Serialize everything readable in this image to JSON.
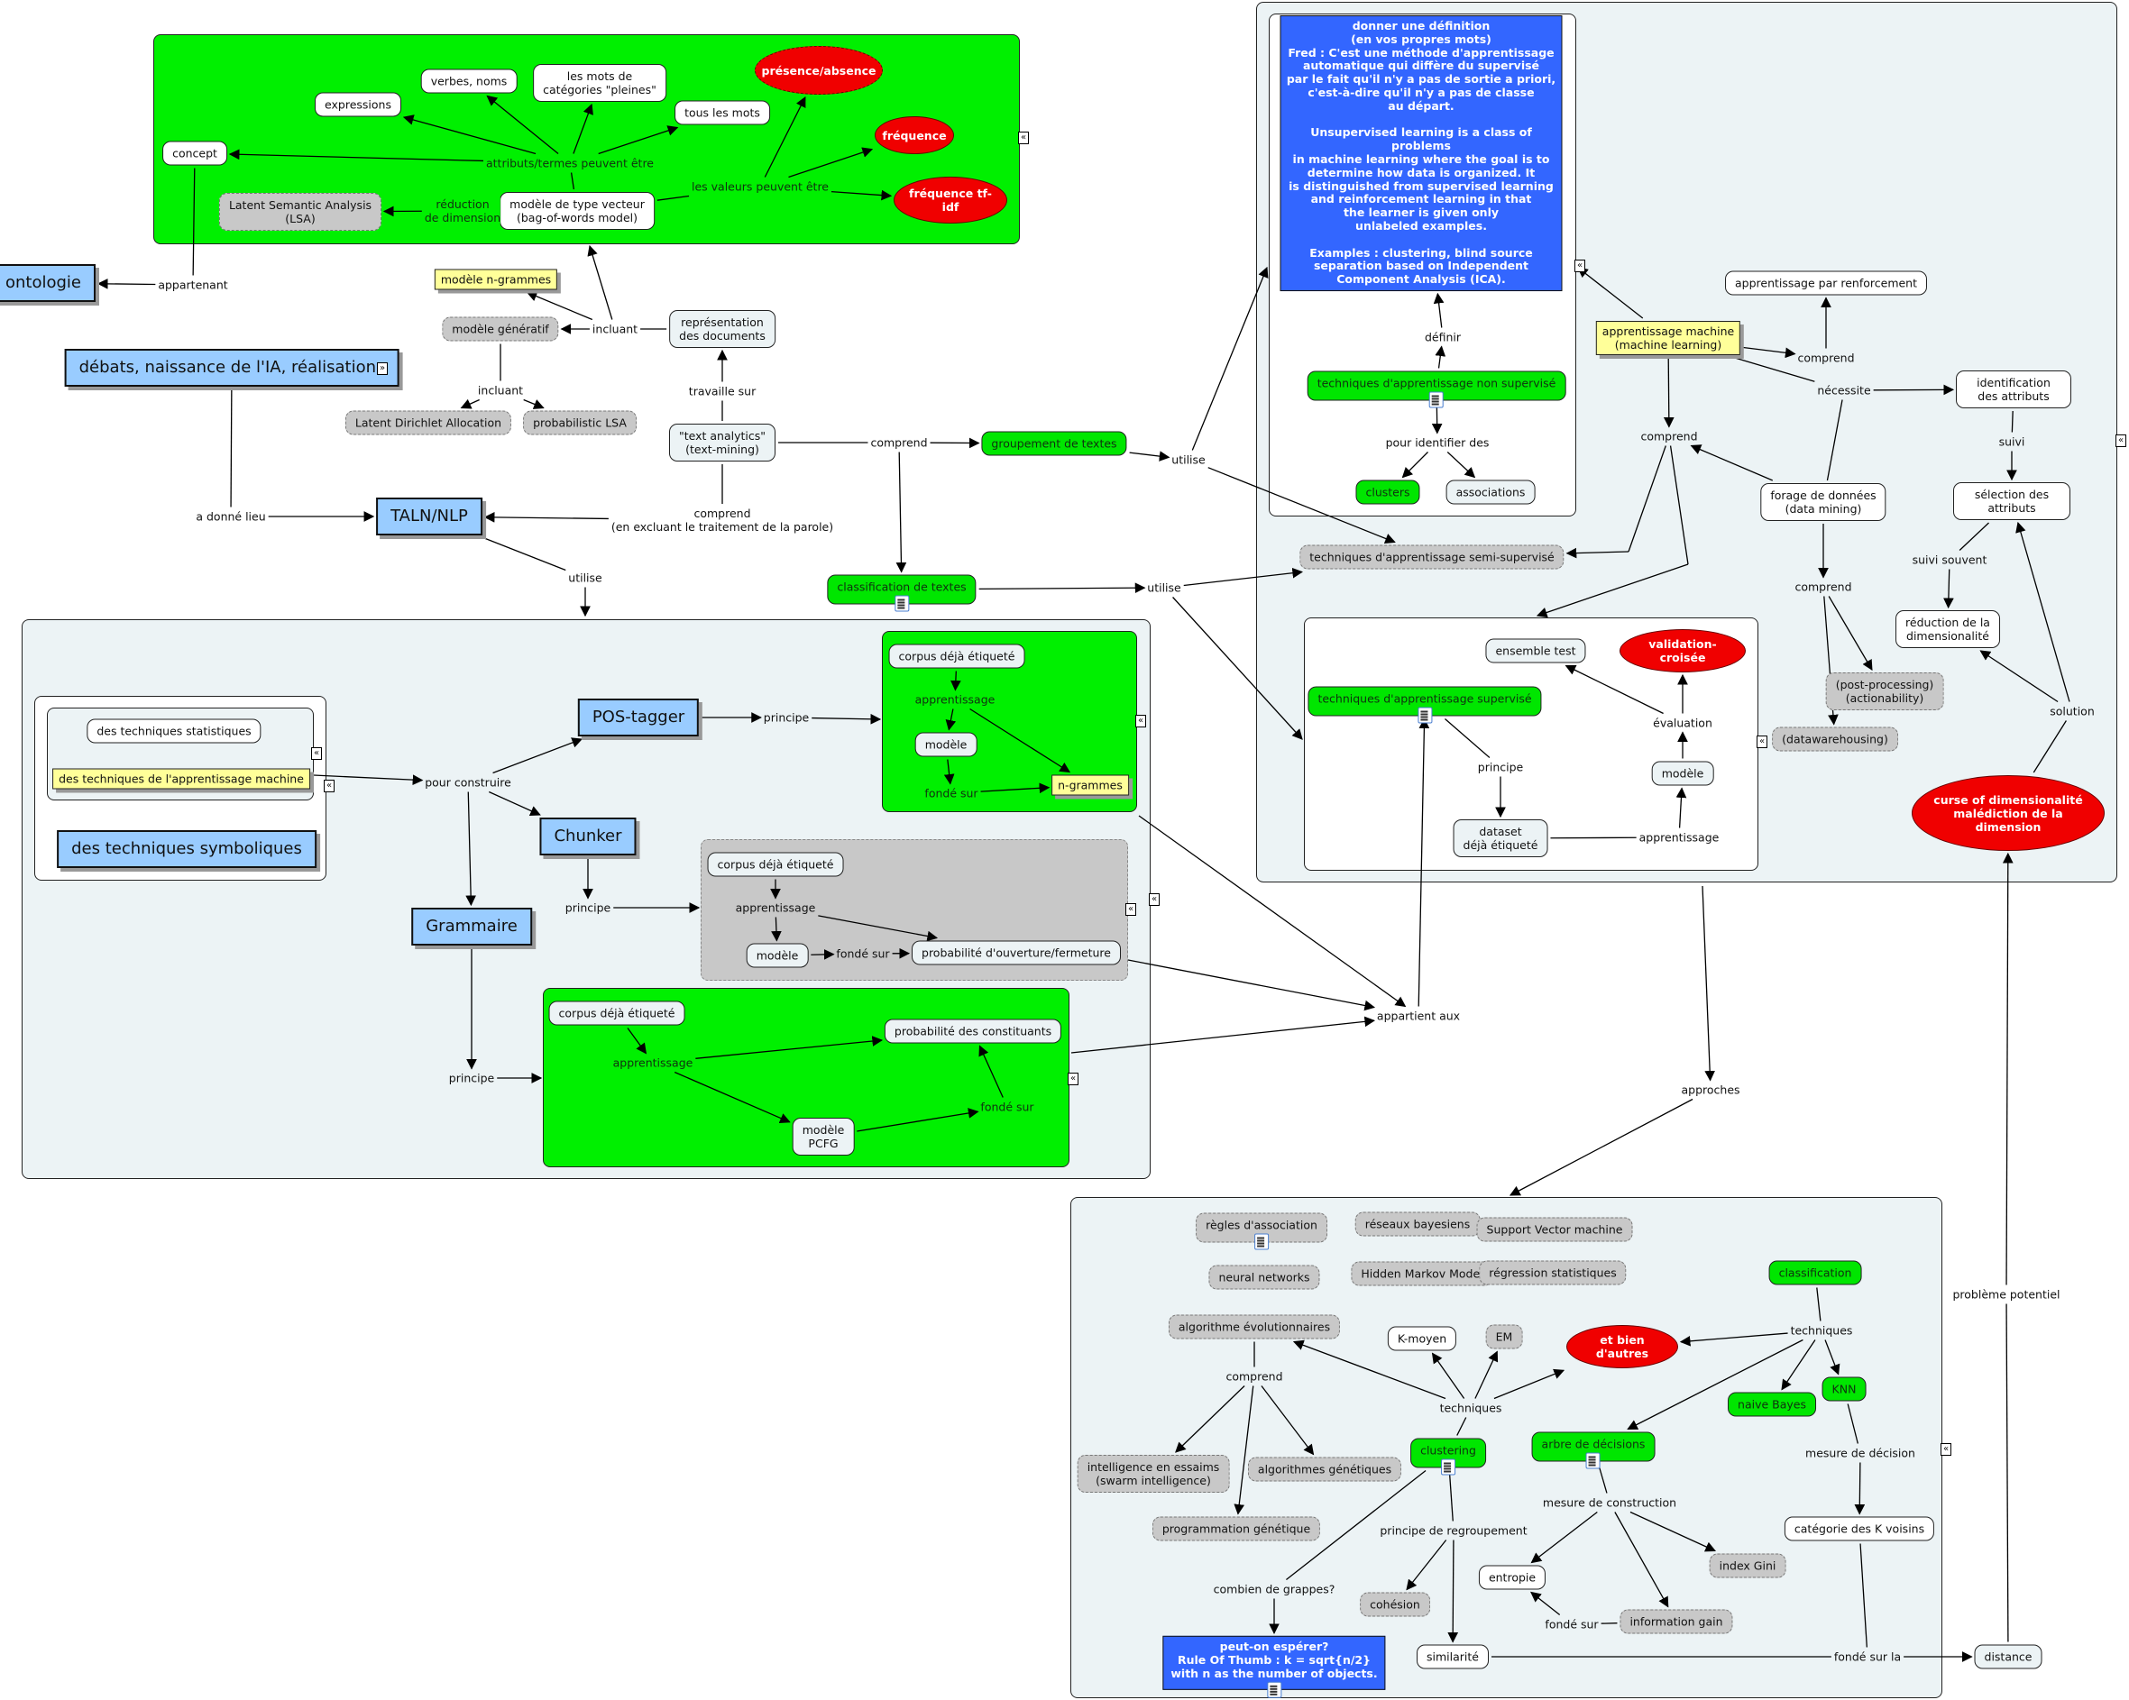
{
  "colors": {
    "green": "#00f000",
    "panel_light": "#ecf3f5",
    "concept_blue": "#99ccff",
    "definition_blue": "#3366ff",
    "yellow": "#ffff99",
    "red": "#f00000",
    "grey": "#c8c8c8"
  },
  "nodes": {
    "concept": "concept",
    "expressions": "expressions",
    "verbes_noms": "verbes, noms",
    "mots_pleines": "les mots de\ncatégories \"pleines\"",
    "tous_mots": "tous les mots",
    "presence_absence": "présence/absence",
    "frequence": "fréquence",
    "frequence_tfidf": "fréquence tf-idf",
    "lsa": "Latent Semantic Analysis\n(LSA)",
    "modele_vecteur": "modèle de type vecteur\n(bag-of-words model)",
    "ontologie": "ontologie",
    "modele_ngrammes": "modèle n-grammes",
    "modele_generatif": "modèle génératif",
    "representation_docs": "représentation\ndes documents",
    "debats": "débats, naissance de l'IA, réalisations",
    "lda": "Latent Dirichlet Allocation",
    "plsa": "probabilistic LSA",
    "text_analytics": "\"text analytics\"\n(text-mining)",
    "groupement_textes": "groupement de textes",
    "classification_textes": "classification de textes",
    "taln": "TALN/NLP",
    "definition": "donner une définition\n(en vos propres mots)\nFred : C'est une méthode d'apprentissage\nautomatique qui diffère du supervisé\npar le fait qu'il n'y a pas de sortie a priori,\nc'est-à-dire qu'il n'y a pas de classe\nau départ.\n\nUnsupervised learning is a class of problems\nin machine learning where the goal is to\ndetermine  how data is organized. It\nis distinguished from supervised learning\nand reinforcement  learning in that\nthe learner is given only\nunlabeled examples.\n\nExamples : clustering, blind source\nseparation based on Independent\nComponent Analysis (ICA).",
    "non_supervise": "techniques d'apprentissage non supervisé",
    "clusters": "clusters",
    "associations": "associations",
    "semi_supervise": "techniques d'apprentissage semi-supervisé",
    "apprentissage_machine": "apprentissage machine\n(machine learning)",
    "renforcement": "apprentissage par renforcement",
    "identification_attributs": "identification des attributs",
    "selection_attributs": "sélection des attributs",
    "forage": "forage de données\n(data mining)",
    "reduction_dim": "réduction de la\ndimensionalité",
    "post_processing": "(post-processing)\n(actionability)",
    "datawarehousing": "(datawarehousing)",
    "curse": "curse of dimensionalité\nmalédiction de la dimension",
    "ensemble_test": "ensemble test",
    "validation_croisee": "validation-croisée",
    "supervise": "techniques d'apprentissage supervisé",
    "modele_sup": "modèle",
    "dataset": "dataset\ndéjà étiqueté",
    "tech_statistiques": "des techniques statistiques",
    "tech_ml": "des techniques de l'apprentissage machine",
    "tech_symboliques": "des techniques symboliques",
    "pos_tagger": "POS-tagger",
    "chunker": "Chunker",
    "grammaire": "Grammaire",
    "pos_corpus": "corpus déjà étiqueté",
    "pos_modele": "modèle",
    "pos_ngrammes": "n-grammes",
    "ch_corpus": "corpus déjà étiqueté",
    "ch_modele": "modèle",
    "ch_proba": "probabilité d'ouverture/fermeture",
    "gr_corpus": "corpus déjà étiqueté",
    "gr_proba": "probabilité des constituants",
    "gr_pcfg": "modèle\nPCFG",
    "regles_assoc": "règles d'association",
    "reseaux_bayes": "réseaux bayesiens",
    "svm": "Support Vector machine",
    "neural": "neural networks",
    "hmm": "Hidden Markov Model",
    "regression": "régression statistiques",
    "classification": "classification",
    "algo_evol": "algorithme évolutionnaires",
    "k_moyen": "K-moyen",
    "em": "EM",
    "et_bien_autres": "et bien d'autres",
    "naive_bayes": "naive Bayes",
    "knn": "KNN",
    "clustering": "clustering",
    "arbre_decisions": "arbre de décisions",
    "swarm": "intelligence en essaims\n(swarm intelligence)",
    "algo_genetiques": "algorithmes génétiques",
    "prog_genetique": "programmation génétique",
    "categorie_k": "catégorie des K voisins",
    "entropie": "entropie",
    "index_gini": "index Gini",
    "information_gain": "information gain",
    "cohesion": "cohésion",
    "rule_of_thumb": "peut-on espérer?\nRule Of Thumb :  k  = sqrt{n/2}\nwith n as the number of objects.",
    "similarite": "similarité",
    "distance": "distance"
  },
  "labels": {
    "attributs_termes": "attributs/termes peuvent être",
    "les_valeurs": "les valeurs peuvent être",
    "reduction_dimension": "réduction\nde dimension",
    "appartenant": "appartenant",
    "incluant1": "incluant",
    "incluant2": "incluant",
    "travaille_sur": "travaille sur",
    "comprend_text": "comprend",
    "comprend_taln": "comprend\n(en excluant le traitement de la parole)",
    "a_donne_lieu": "a donné lieu",
    "utilise_taln": "utilise",
    "utilise_groupement": "utilise",
    "utilise_classification": "utilise",
    "definir": "définir",
    "pour_identifier": "pour identifier des",
    "comprend_ml1": "comprend",
    "comprend_ml2": "comprend",
    "necessite": "nécessite",
    "suivi": "suivi",
    "suivi_souvent": "suivi souvent",
    "comprend_forage": "comprend",
    "solution": "solution",
    "evaluation": "évaluation",
    "principe_sup": "principe",
    "apprentissage_sup": "apprentissage",
    "pour_construire": "pour construire",
    "principe_pos": "principe",
    "principe_chunker": "principe",
    "principe_gram": "principe",
    "pos_apprentissage": "apprentissage",
    "pos_fonde_sur": "fondé sur",
    "ch_apprentissage": "apprentissage",
    "ch_fonde_sur": "fondé sur",
    "gr_apprentissage": "apprentissage",
    "gr_fonde_sur": "fondé sur",
    "appartient_aux": "appartient aux",
    "approches": "approches",
    "probleme_potentiel": "problème potentiel",
    "comprend_evol": "comprend",
    "techniques_clustering": "techniques",
    "techniques_classif": "techniques",
    "mesure_decision": "mesure de décision",
    "mesure_construction": "mesure de construction",
    "principe_regroupement": "principe de regroupement",
    "combien_grappes": "combien de grappes?",
    "fonde_sur_entropie": "fondé sur",
    "fonde_sur_la": "fondé sur la"
  }
}
